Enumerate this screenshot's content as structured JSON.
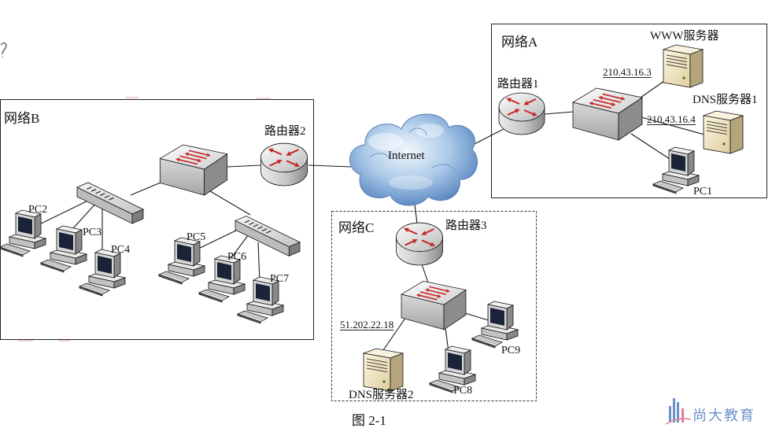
{
  "figure": {
    "caption": "图 2-1"
  },
  "internet": {
    "label": "Internet"
  },
  "network_a": {
    "label": "网络A",
    "router": "路由器1",
    "www_server": "WWW服务器",
    "www_ip": "210.43.16.3",
    "dns_server": "DNS服务器1",
    "dns_ip": "210.43.16.4",
    "pc": "PC1"
  },
  "network_b": {
    "label": "网络B",
    "router": "路由器2",
    "pcs": [
      "PC2",
      "PC3",
      "PC4",
      "PC5",
      "PC6",
      "PC7"
    ]
  },
  "network_c": {
    "label": "网络C",
    "router": "路由器3",
    "dns_ip": "51.202.22.18",
    "dns_server": "DNS服务器2",
    "pcs": [
      "PC8",
      "PC9"
    ]
  },
  "watermark": {
    "text": "尚大教育"
  },
  "icons": {
    "router": "router-icon",
    "switch": "switch-icon",
    "hub": "hub-icon",
    "pc": "desktop-pc-icon",
    "server": "server-icon",
    "internet": "cloud-icon"
  },
  "colors": {
    "arrow_red": "#c62828",
    "cloud_blue": "#4f80be",
    "server_beige": "#efe3bf",
    "watermark_blue": "#6a92c8"
  }
}
